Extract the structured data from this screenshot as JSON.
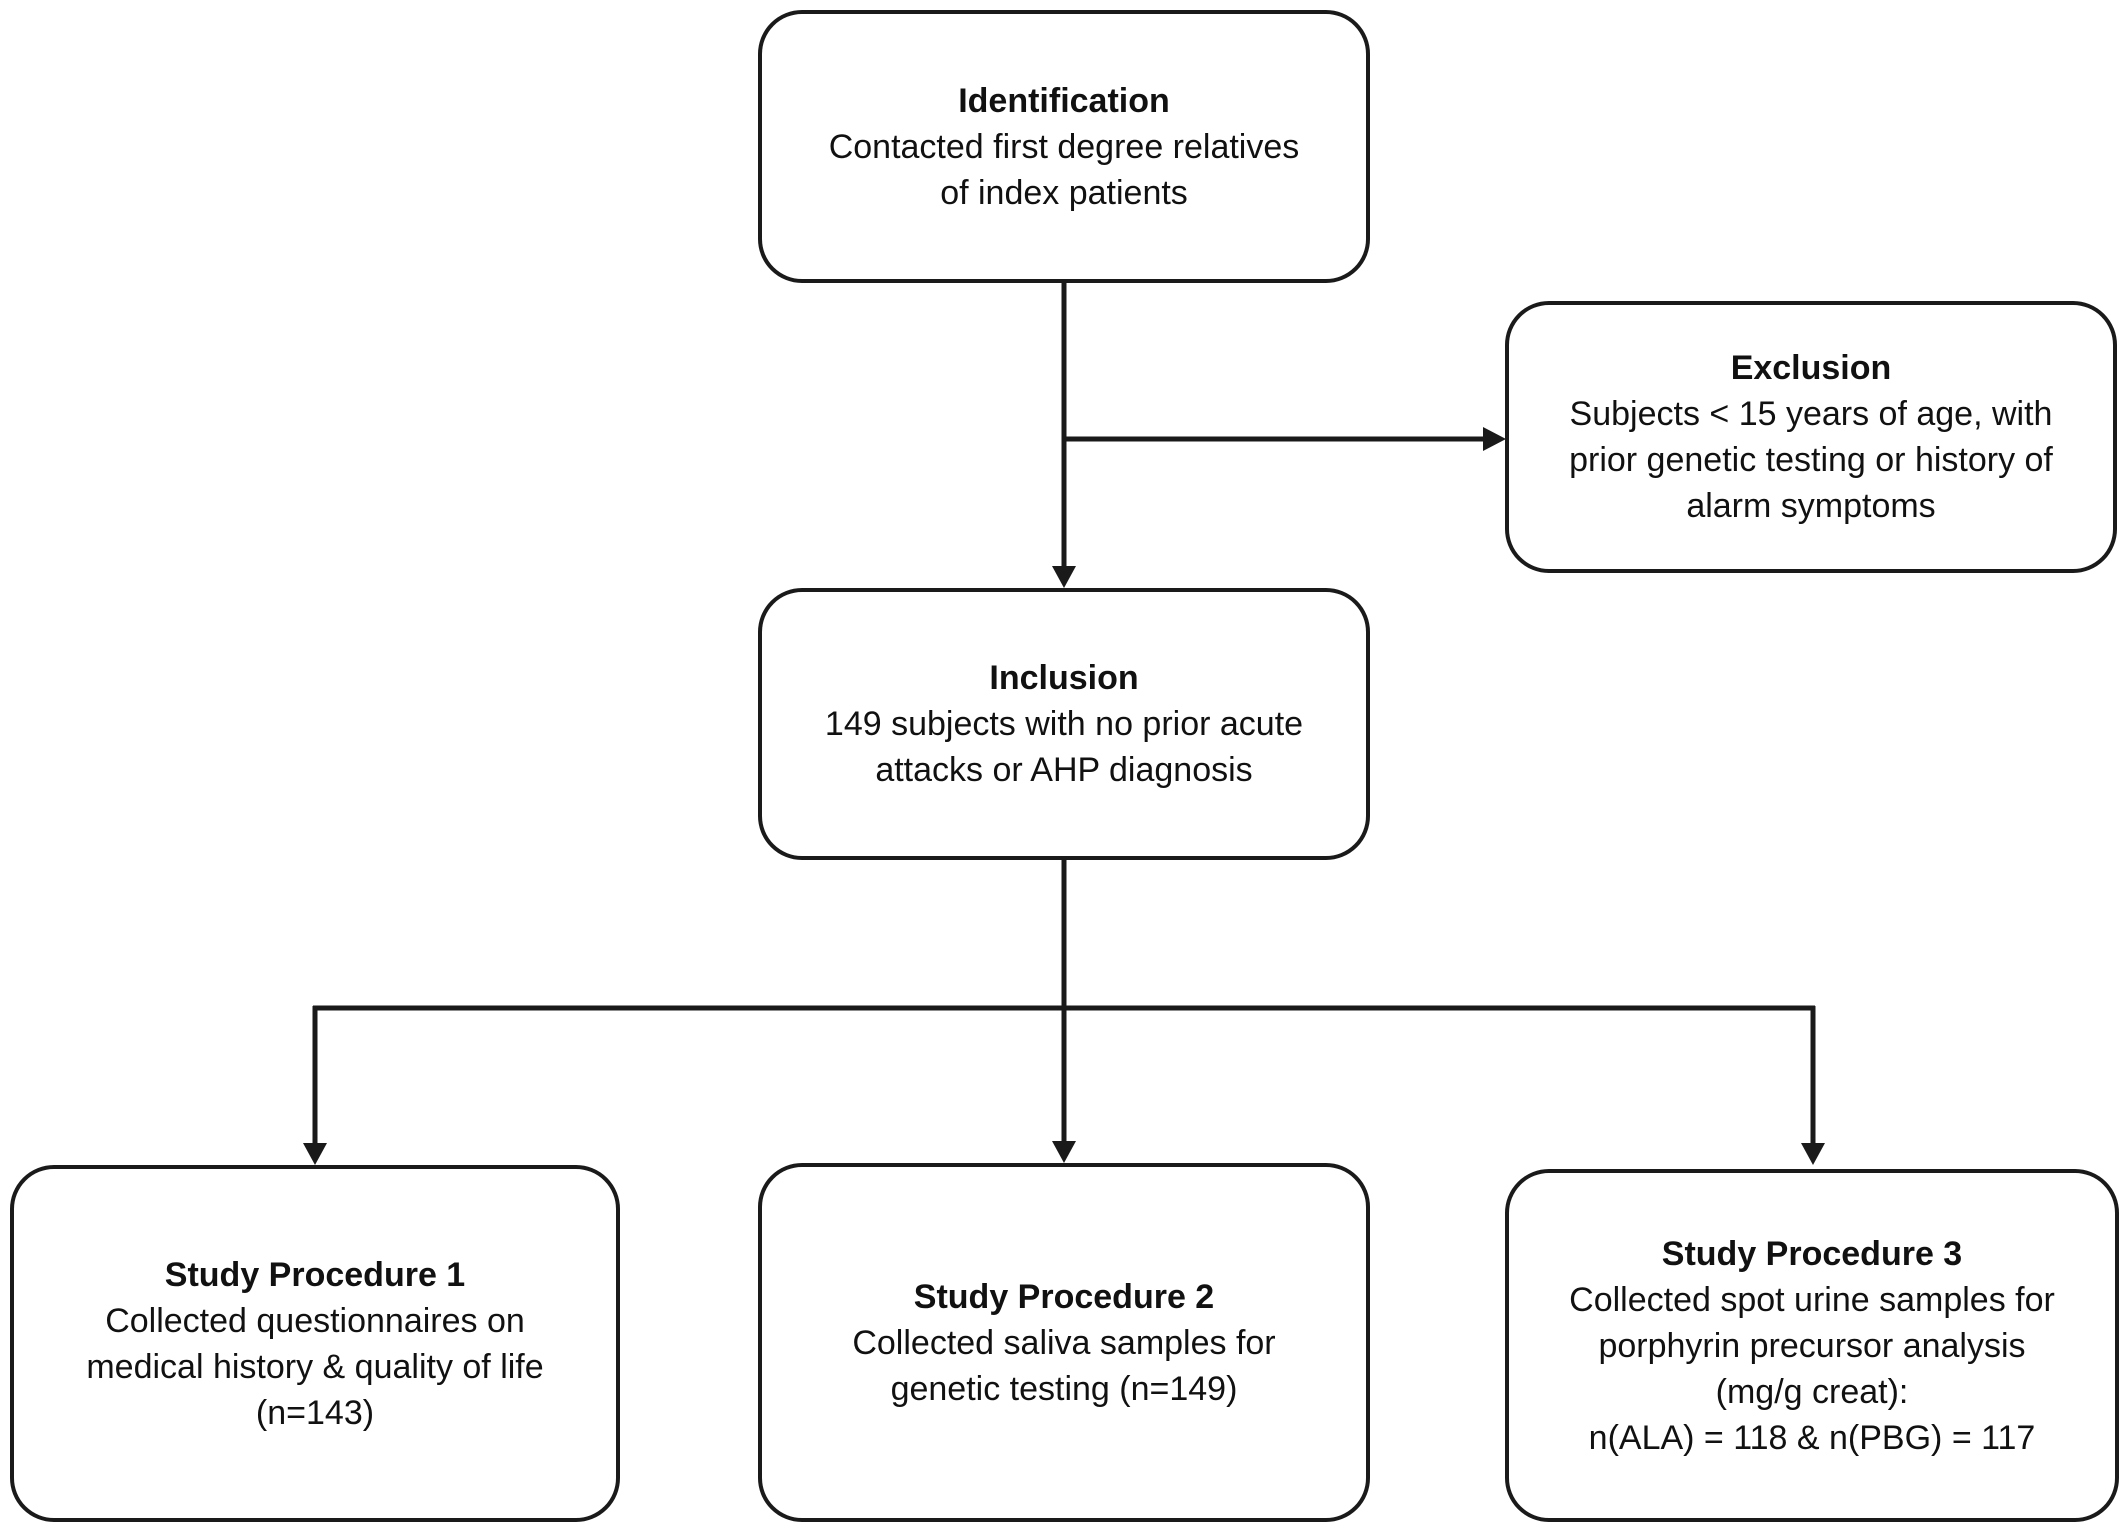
{
  "nodes": {
    "identification": {
      "title": "Identification",
      "lines": [
        "Contacted first degree relatives",
        "of index patients"
      ]
    },
    "exclusion": {
      "title": "Exclusion",
      "lines": [
        "Subjects < 15 years of age, with",
        "prior genetic testing or history of",
        "alarm symptoms"
      ]
    },
    "inclusion": {
      "title": "Inclusion",
      "lines": [
        "149 subjects with no prior acute",
        "attacks or AHP diagnosis"
      ]
    },
    "procedure_1": {
      "title": "Study Procedure 1",
      "lines": [
        "Collected questionnaires on",
        "medical history & quality of life",
        "(n=143)"
      ]
    },
    "procedure_2": {
      "title": "Study Procedure 2",
      "lines": [
        "Collected saliva samples for",
        "genetic testing (n=149)"
      ]
    },
    "procedure_3": {
      "title": "Study Procedure 3",
      "lines": [
        "Collected spot urine samples for",
        "porphyrin precursor analysis",
        "(mg/g creat):",
        "n(ALA) = 118 & n(PBG) = 117"
      ]
    }
  },
  "edges": [
    {
      "from": "identification",
      "to": "inclusion"
    },
    {
      "from": "identification",
      "to": "exclusion"
    },
    {
      "from": "inclusion",
      "to": "procedure_1"
    },
    {
      "from": "inclusion",
      "to": "procedure_2"
    },
    {
      "from": "inclusion",
      "to": "procedure_3"
    }
  ]
}
